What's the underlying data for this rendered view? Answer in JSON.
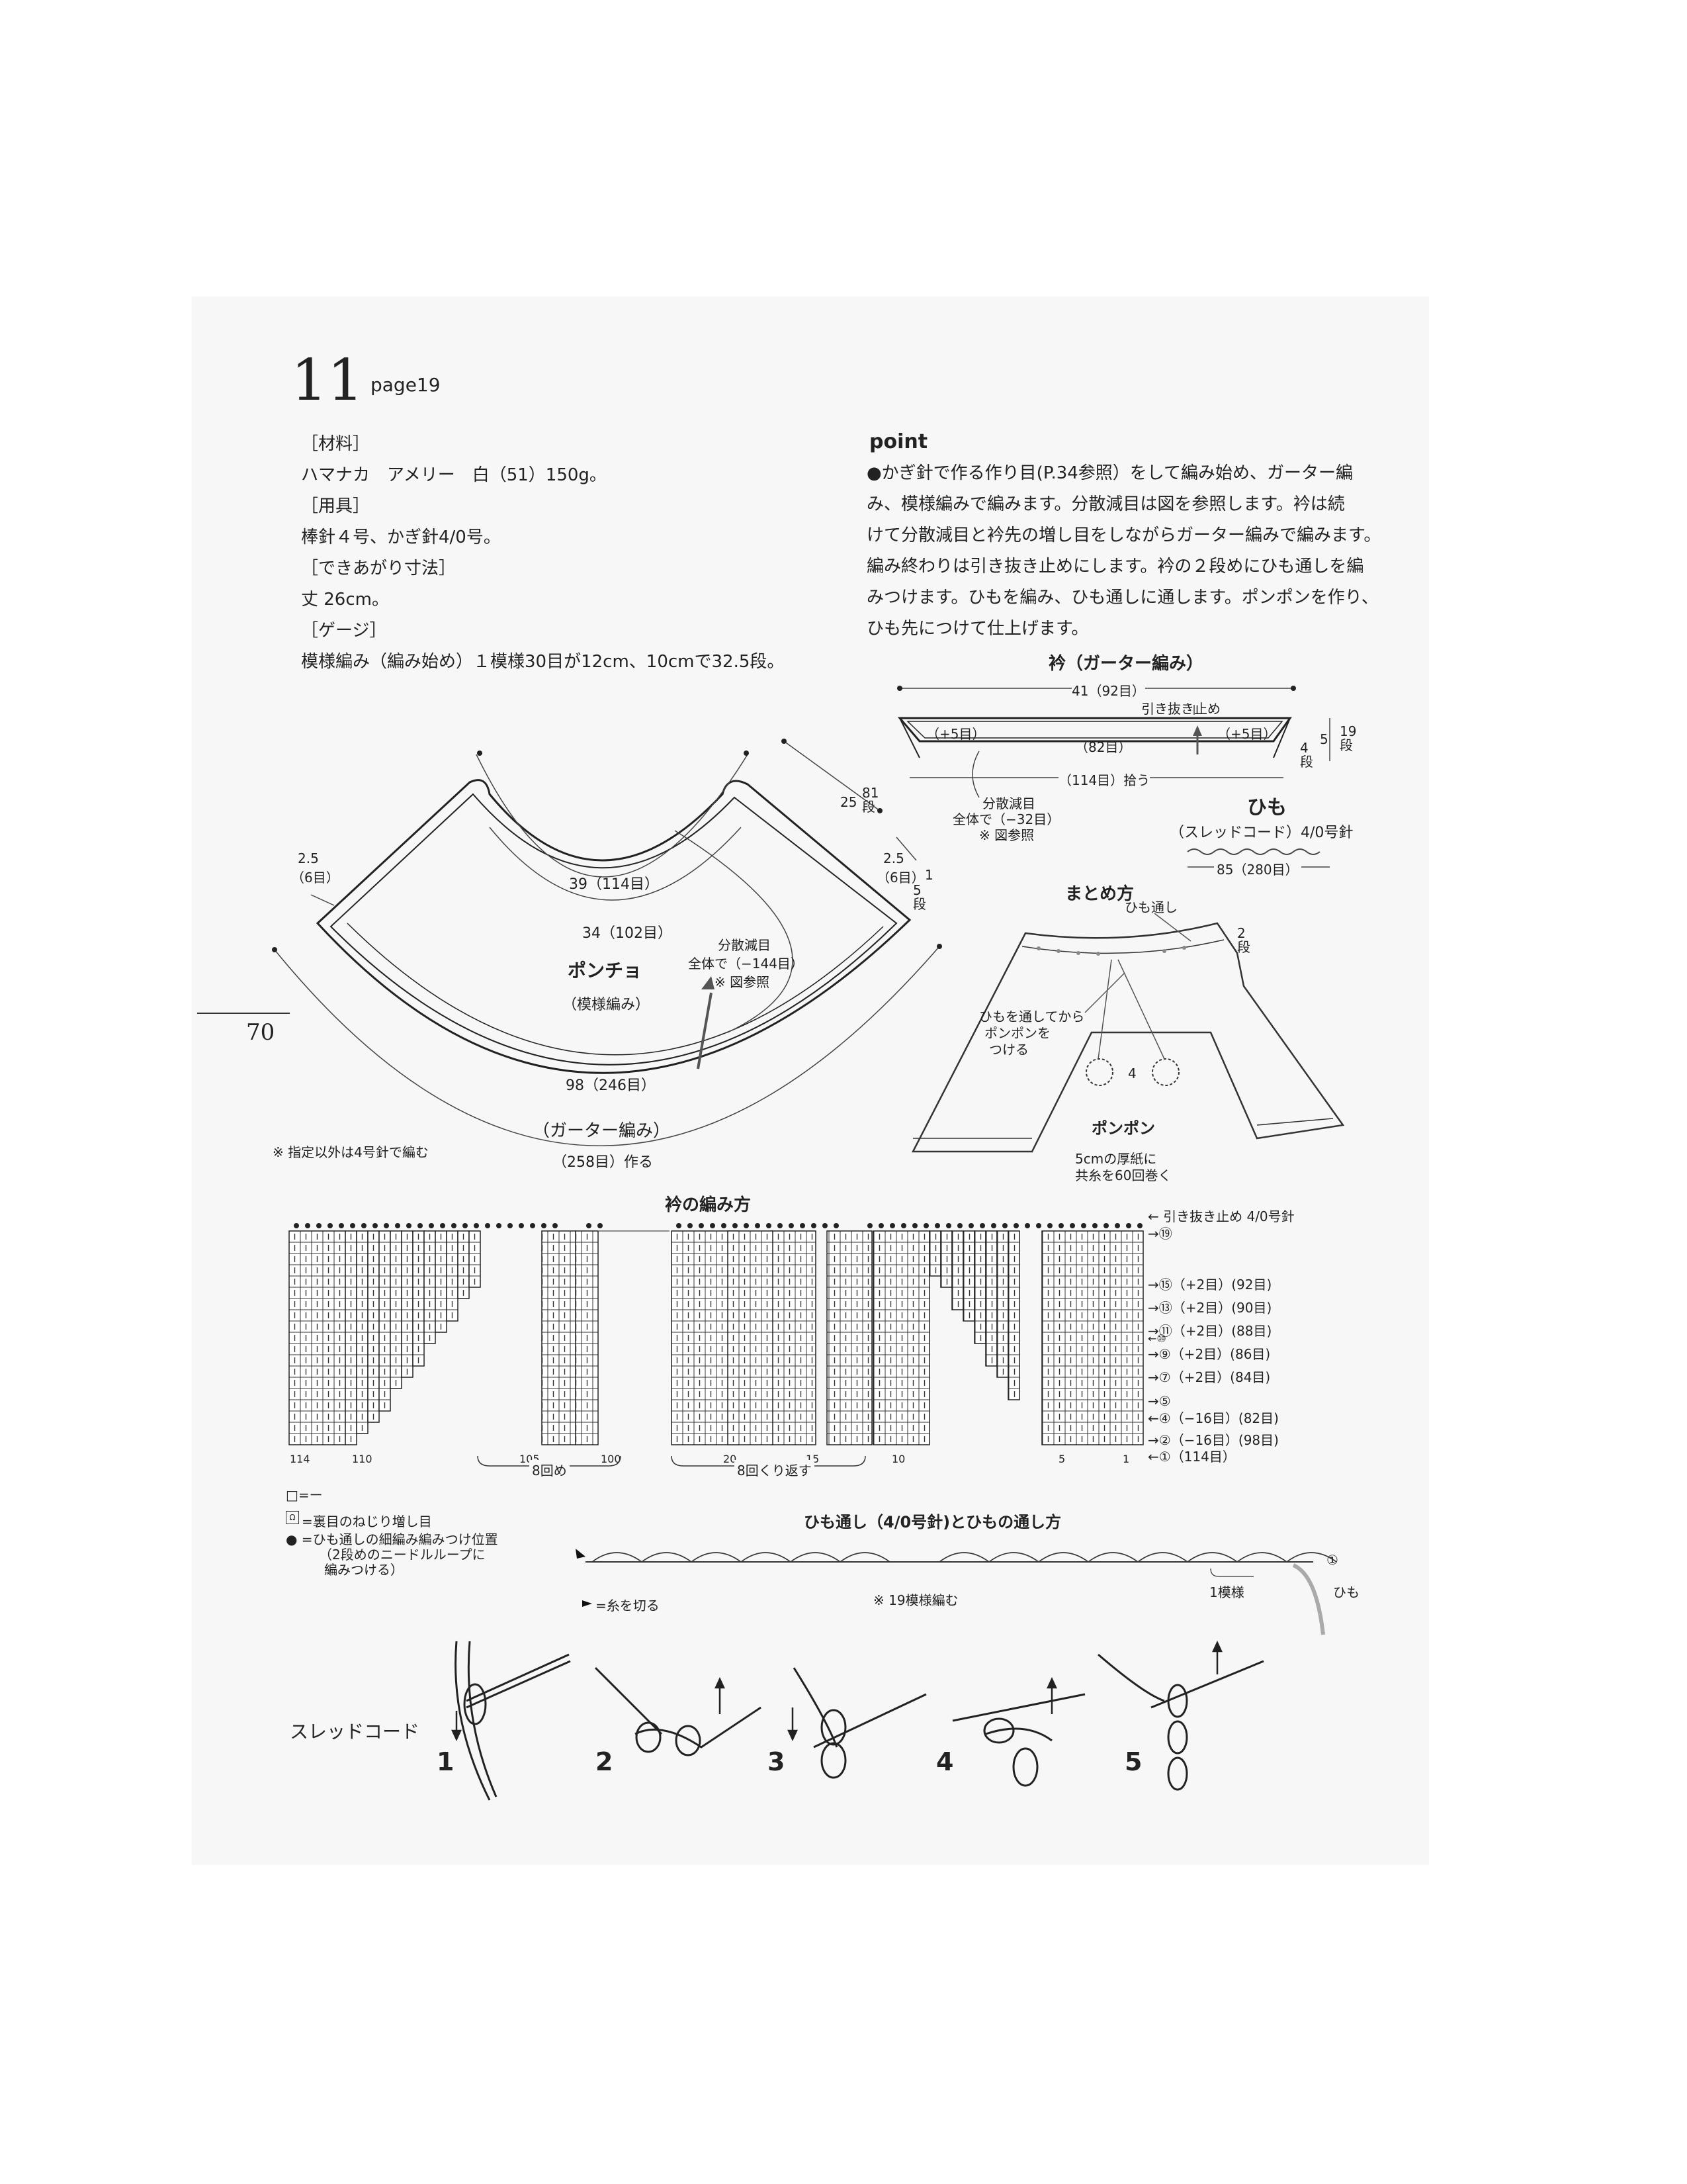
{
  "header": {
    "number": "11",
    "page_ref": "page19",
    "page_number": "70"
  },
  "materials": {
    "lines": [
      "［材料］",
      "ハマナカ　アメリー　白（51）150g。",
      "［用具］",
      "棒針４号、かぎ針4/0号。",
      "［できあがり寸法］",
      "丈 26cm。",
      "［ゲージ］",
      "模様編み（編み始め）１模様30目が12cm、10cmで32.5段。"
    ]
  },
  "point": {
    "title": "point",
    "lines": [
      "●かぎ針で作る作り目(P.34参照）をして編み始め、ガーター編",
      "み、模様編みで編みます。分散減目は図を参照します。衿は続",
      "けて分散減目と衿先の増し目をしながらガーター編みで編みます。",
      "編み終わりは引き抜き止めにします。衿の２段めにひも通しを編",
      "みつけます。ひもを編み、ひも通しに通します。ポンポンを作り、",
      "ひも先につけて仕上げます。"
    ]
  },
  "poncho": {
    "title": "ポンチョ",
    "subtitle": "（模様編み）",
    "top_width": "39（114目）",
    "mid_width": "34（102目）",
    "bottom_width": "98（246目）",
    "garter": "（ガーター編み）",
    "cast_on": "（258目）作る",
    "decrease_1": "分散減目",
    "decrease_2": "全体で（−144目）",
    "decrease_3": "※ 図参照",
    "side_left": "2.5",
    "side_left_rows": "（6目）",
    "side_right": "2.5",
    "side_right_rows": "（6目）",
    "length": "25",
    "length_rows": "81段",
    "hem": "1",
    "hem_rows": "5段",
    "note": "※ 指定以外は4号針で編む"
  },
  "collar": {
    "title": "衿（ガーター編み）",
    "width_top": "41（92目）",
    "bind_off": "引き抜き止め",
    "inc_left": "（+5目）",
    "inc_right": "（+5目）",
    "mid": "（82目）",
    "pickup": "（114目）拾う",
    "dec_1": "分散減目",
    "dec_2": "全体で（−32目）",
    "dec_3": "※ 図参照",
    "height": "5",
    "height_rows": "19段",
    "tip_rows": "4段"
  },
  "cord": {
    "title": "ひも",
    "subtitle": "（スレッドコード）4/0号針",
    "length": "85（280目）"
  },
  "assembly": {
    "title": "まとめ方",
    "loop_label": "ひも通し",
    "rows": "2段",
    "note_1": "ひもを通してから",
    "note_2": "ポンポンを",
    "note_3": "つける",
    "pom_size": "4",
    "pompom_title": "ポンポン",
    "pompom_1": "5cmの厚紙に",
    "pompom_2": "共糸を60回巻く"
  },
  "chart": {
    "title": "衿の編み方",
    "bind_off": "← 引き抜き止め 4/0号針",
    "row_labels": [
      "→⑲",
      "→⑮（+2目）(92目)",
      "→⑬（+2目）(90目)",
      "→⑪（+2目）(88目)",
      "←⑩",
      "→⑨（+2目）(86目)",
      "→⑦（+2目）(84目)",
      "→⑤",
      "←④（−16目）(82目)",
      "→②（−16目）(98目)",
      "←①（114目）"
    ],
    "col_numbers": [
      "114",
      "110",
      "105",
      "100",
      "20",
      "15",
      "10",
      "5",
      "1"
    ],
    "repeat_1": "8回め",
    "repeat_2": "8回くり返す",
    "legend_1": "□=ー",
    "legend_2": "=裏目のねじり増し目",
    "legend_3": "● =ひも通しの細編み編みつけ位置",
    "legend_4": "（2段めのニードルループに",
    "legend_5": "編みつける）"
  },
  "loop": {
    "title": "ひも通し（4/0号針)とひもの通し方",
    "cut": "=糸を切る",
    "repeat": "※ 19模様編む",
    "unit": "1模様",
    "cord": "ひも",
    "start": "①"
  },
  "thread_cord": {
    "title": "スレッドコード",
    "steps": [
      "1",
      "2",
      "3",
      "4",
      "5"
    ]
  }
}
